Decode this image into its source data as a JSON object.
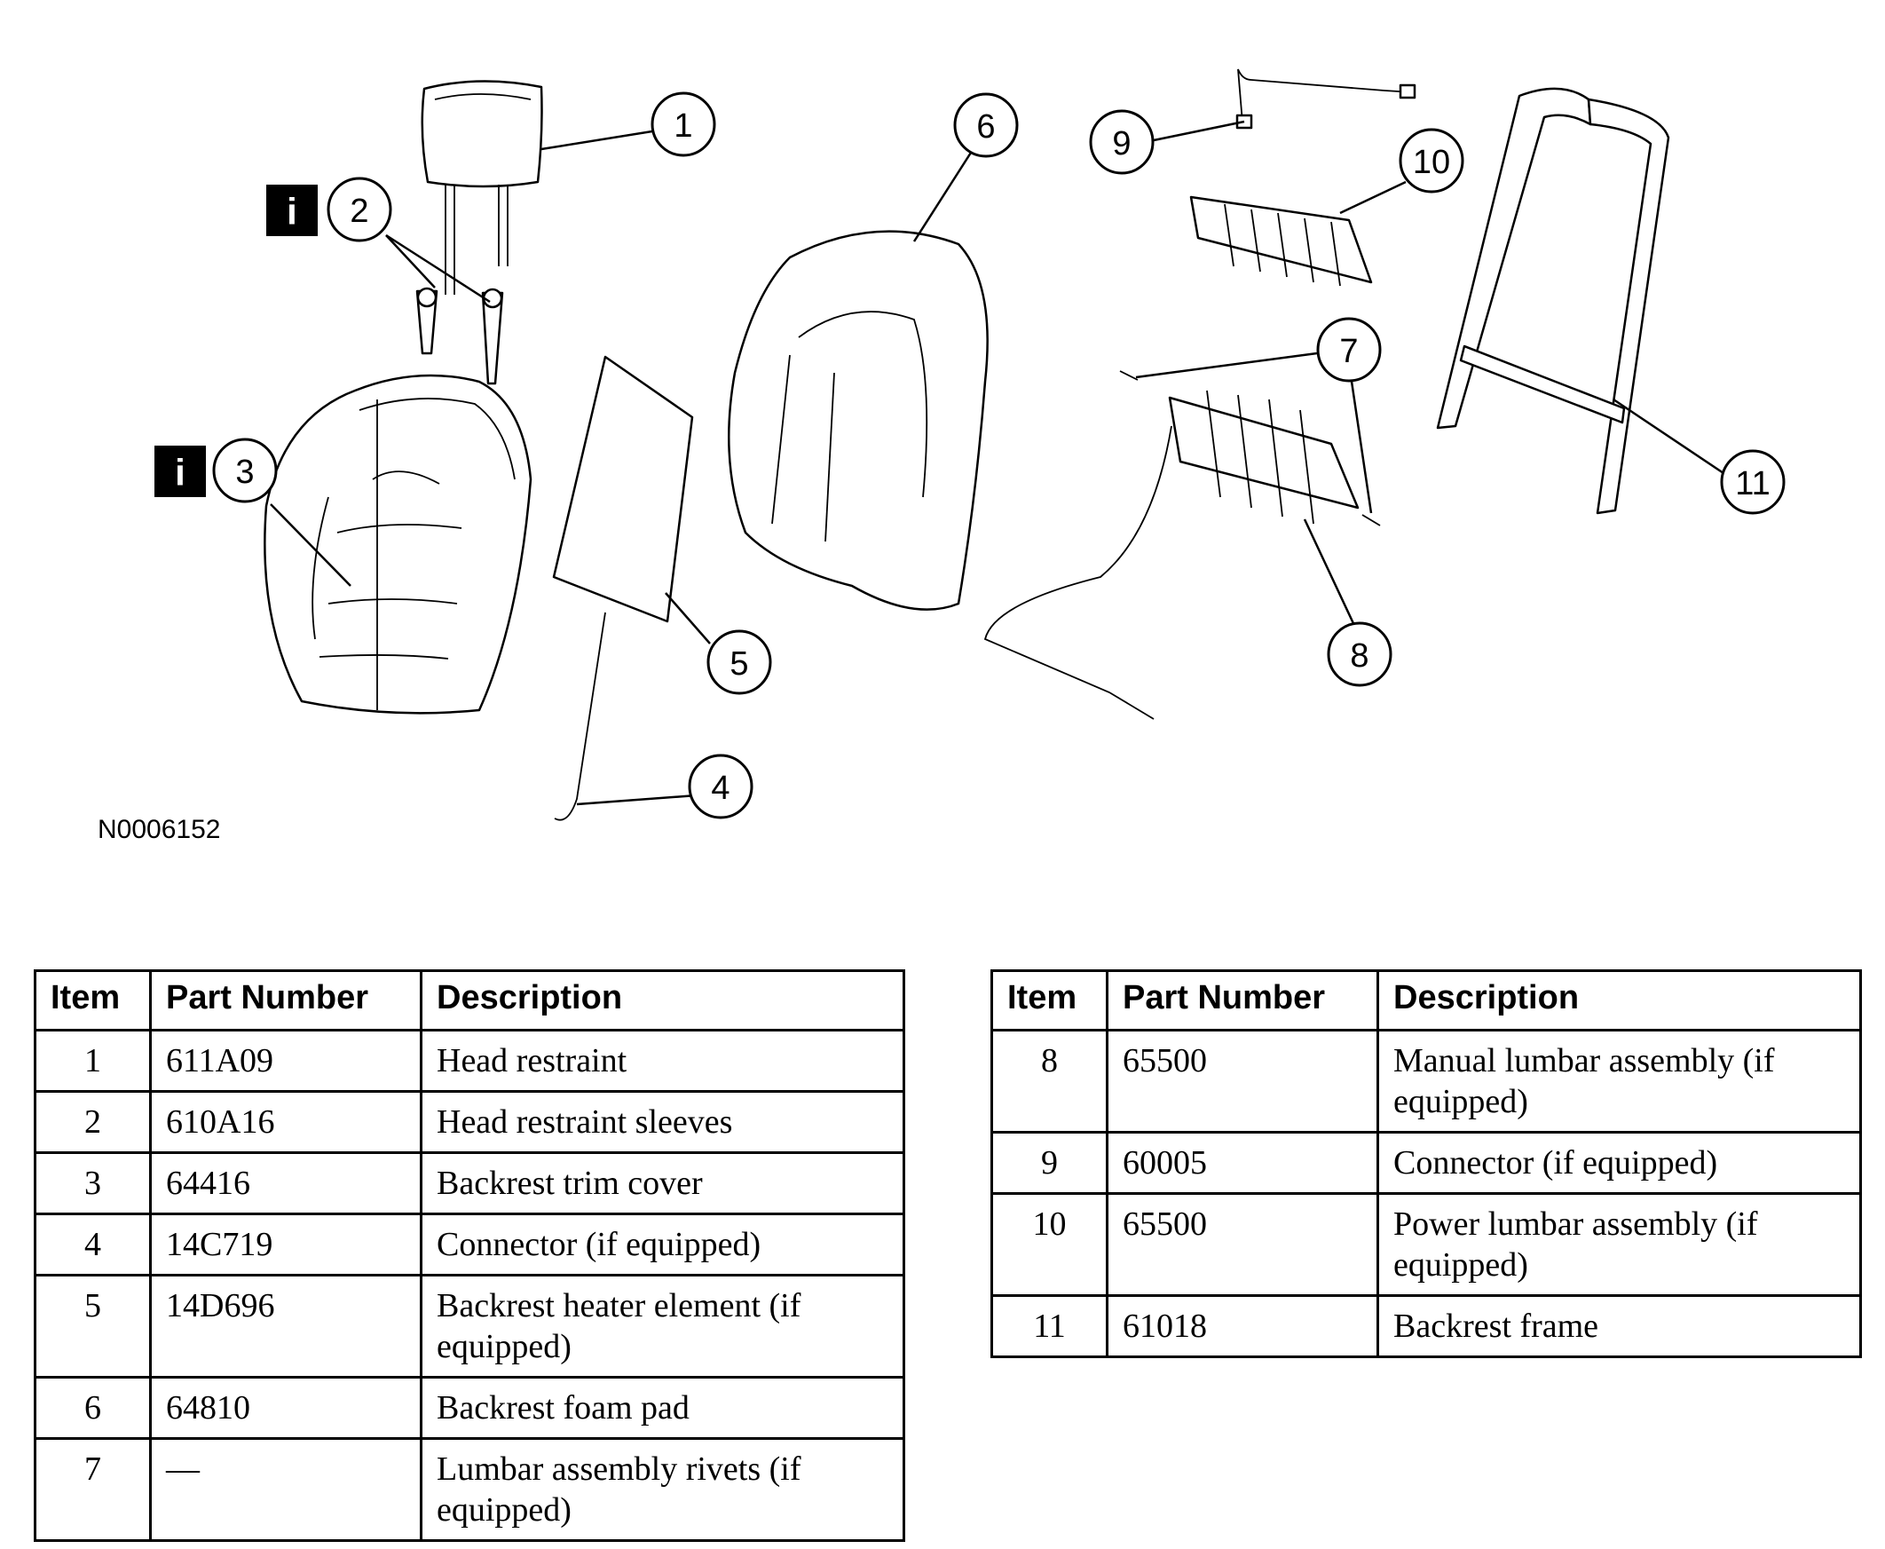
{
  "figure_id": "N0006152",
  "info_icon_glyph": "i",
  "callouts": [
    "1",
    "2",
    "3",
    "4",
    "5",
    "6",
    "7",
    "8",
    "9",
    "10",
    "11"
  ],
  "table_headers": {
    "item": "Item",
    "part_number": "Part Number",
    "description": "Description"
  },
  "parts_left": [
    {
      "item": "1",
      "part_number": "611A09",
      "description": "Head restraint"
    },
    {
      "item": "2",
      "part_number": "610A16",
      "description": "Head restraint sleeves"
    },
    {
      "item": "3",
      "part_number": "64416",
      "description": "Backrest trim cover"
    },
    {
      "item": "4",
      "part_number": "14C719",
      "description": "Connector (if equipped)"
    },
    {
      "item": "5",
      "part_number": "14D696",
      "description": "Backrest heater element (if equipped)"
    },
    {
      "item": "6",
      "part_number": "64810",
      "description": "Backrest foam pad"
    },
    {
      "item": "7",
      "part_number": "—",
      "description": "Lumbar assembly rivets (if equipped)"
    }
  ],
  "parts_right": [
    {
      "item": "8",
      "part_number": "65500",
      "description": "Manual lumbar assembly (if equipped)"
    },
    {
      "item": "9",
      "part_number": "60005",
      "description": "Connector (if equipped)"
    },
    {
      "item": "10",
      "part_number": "65500",
      "description": "Power lumbar assembly (if equipped)"
    },
    {
      "item": "11",
      "part_number": "61018",
      "description": "Backrest frame"
    }
  ]
}
